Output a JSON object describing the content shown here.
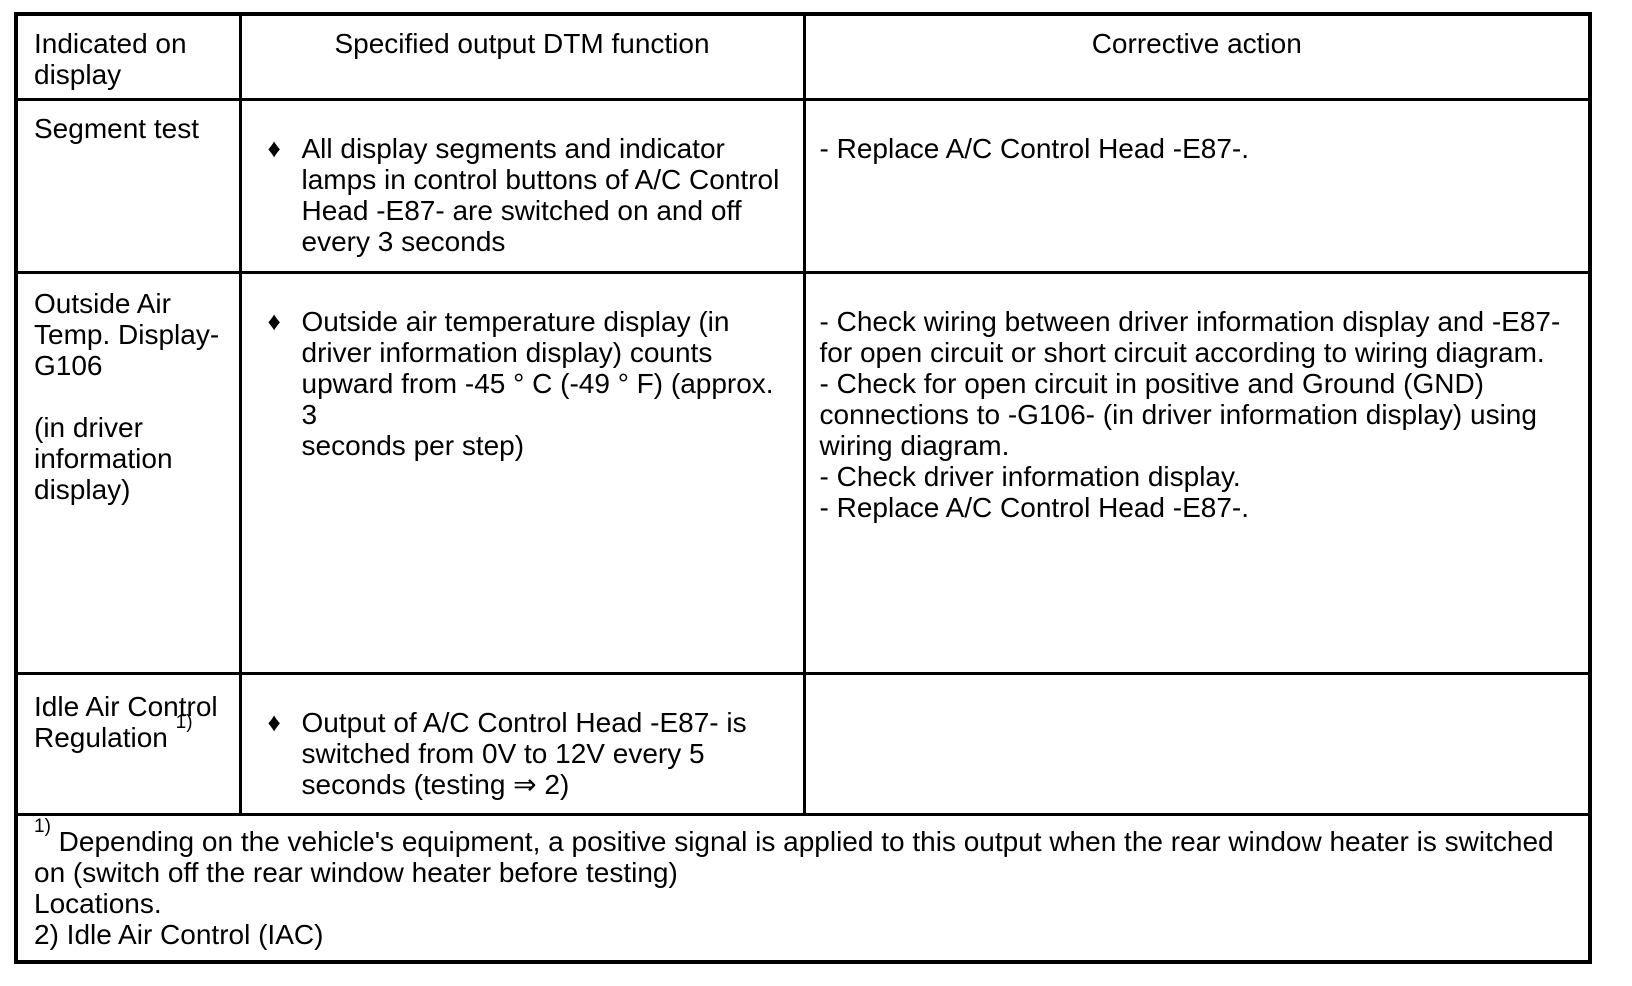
{
  "document": {
    "background_color": "#ffffff",
    "text_color": "#000000",
    "border_color": "#000000"
  },
  "table": {
    "headers": {
      "col1": "Indicated on\ndisplay",
      "col2": "Specified output DTM function",
      "col3": "Corrective action"
    },
    "bullet_glyph": "♦",
    "rows": [
      {
        "indicated": "Segment test",
        "dtm": "All display segments and indicator\nlamps in control buttons of A/C Control\nHead -E87- are switched on and off\nevery 3 seconds",
        "action1": "- Replace A/C Control Head -E87-."
      },
      {
        "indicated": "Outside Air\nTemp. Display-\nG106\n\n(in driver\ninformation\ndisplay)",
        "dtm": "Outside air temperature display (in\ndriver information display) counts\nupward from -45 ° C (-49 ° F) (approx. 3\nseconds per step)",
        "action1": "- Check wiring between driver information display and -E87-\nfor open circuit or short circuit according to wiring diagram.",
        "action2": "- Check for open circuit in positive and Ground (GND)\nconnections to -G106- (in driver information display) using\nwiring diagram.",
        "action3": "- Check driver information display.",
        "action4": "- Replace A/C Control Head -E87-."
      },
      {
        "indicated": "Idle Air Control\nRegulation",
        "indicated_sup": "1)",
        "dtm": "Output of A/C Control Head -E87- is\nswitched from 0V to 12V every 5\nseconds (testing ⇒ 2)"
      }
    ],
    "footnote": {
      "sup": "1)",
      "text": " Depending on the vehicle's equipment, a positive signal is applied to this output when the rear window heater is switched\non (switch off the rear window heater before testing)\nLocations.\n2) Idle Air Control (IAC)"
    }
  }
}
